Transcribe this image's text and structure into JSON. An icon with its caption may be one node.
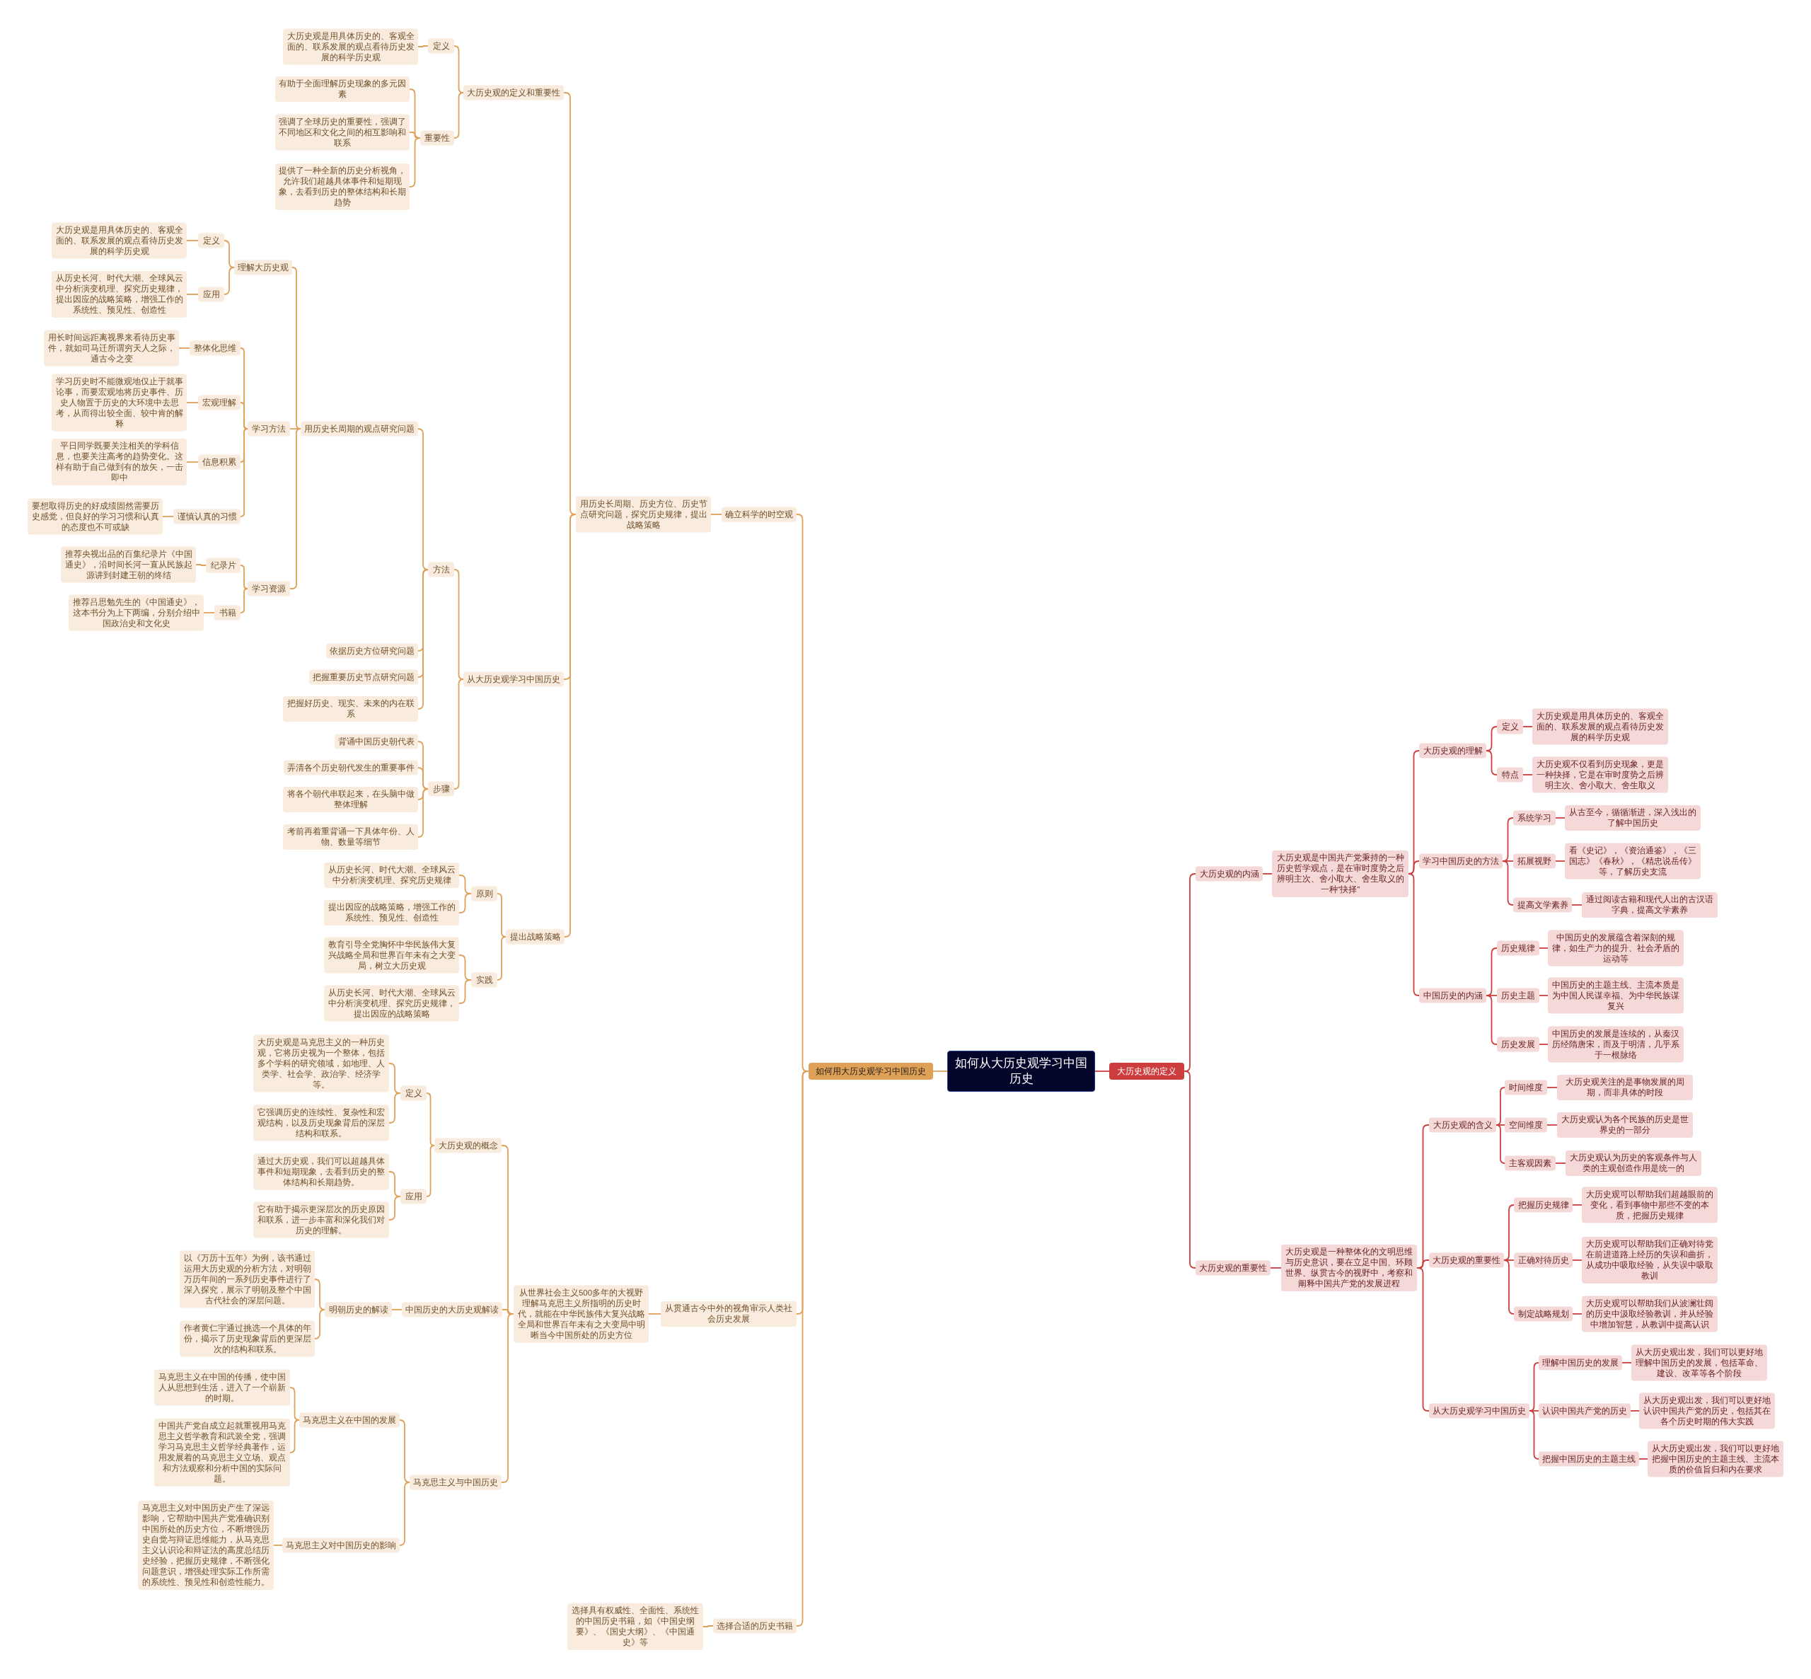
{
  "diagram": {
    "nodes": [
      {
        "text": [
          "如何从大历史观学习中国历史"
        ]
      },
      {
        "text": [
          "如何用大历史观学习中国历史"
        ]
      },
      {
        "text": [
          "确立科学的时空观"
        ]
      },
      {
        "text": [
          "用历史长周期、历史方位、历史节点研究问题，探究历史规律，提出战略策略"
        ]
      },
      {
        "text": [
          "大历史观的定义和重要性"
        ]
      },
      {
        "text": [
          "定义"
        ]
      },
      {
        "text": [
          "大历史观是用具体历史的、客观全面的、联系发展的观点看待历史发展的科学历史观"
        ]
      },
      {
        "text": [
          "重要性"
        ]
      },
      {
        "text": [
          "有助于全面理解历史现象的多元因素"
        ]
      },
      {
        "text": [
          "强调了全球历史的重要性，强调了不同地区和文化之间的相互影响和联系"
        ]
      },
      {
        "text": [
          "提供了一种全新的历史分析视角，允许我们超越具体事件和短期现象，去看到历史的整体结构和长期趋势"
        ]
      },
      {
        "text": [
          "从大历史观学习中国历史"
        ]
      },
      {
        "text": [
          "方法"
        ]
      },
      {
        "text": [
          "用历史长周期的观点研究问题"
        ]
      },
      {
        "text": [
          "理解大历史观"
        ]
      },
      {
        "text": [
          "定义"
        ]
      },
      {
        "text": [
          "大历史观是用具体历史的、客观全面的、联系发展的观点看待历史发展的科学历史观"
        ]
      },
      {
        "text": [
          "应用"
        ]
      },
      {
        "text": [
          "从历史长河、时代大潮、全球风云中分析演变机理、探究历史规律，提出因应的战略策略，增强工作的系统性、预见性、创造性"
        ]
      },
      {
        "text": [
          "学习方法"
        ]
      },
      {
        "text": [
          "整体化思维"
        ]
      },
      {
        "text": [
          "用长时间远距离视界来看待历史事件，就如司马迁所谓穷天人之际，通古今之变"
        ]
      },
      {
        "text": [
          "宏观理解"
        ]
      },
      {
        "text": [
          "学习历史时不能微观地仅止于就事论事，而要宏观地将历史事件、历史人物置于历史的大环境中去思考，从而得出较全面、较中肯的解释"
        ]
      },
      {
        "text": [
          "信息积累"
        ]
      },
      {
        "text": [
          "平日同学既要关注相关的学科信息，也要关注高考的趋势变化。这样有助于自己做到有的放矢，一击即中"
        ]
      },
      {
        "text": [
          "谨慎认真的习惯"
        ]
      },
      {
        "text": [
          "要想取得历史的好成绩固然需要历史感觉，但良好的学习习惯和认真的态度也不可或缺"
        ]
      },
      {
        "text": [
          "学习资源"
        ]
      },
      {
        "text": [
          "纪录片"
        ]
      },
      {
        "text": [
          "推荐央视出品的百集纪录片《中国通史》，沿时间长河一直从民族起源讲到封建王朝的终结"
        ]
      },
      {
        "text": [
          "书籍"
        ]
      },
      {
        "text": [
          "推荐吕思勉先生的《中国通史》，这本书分为上下两编，分别介绍中国政治史和文化史"
        ]
      },
      {
        "text": [
          "依据历史方位研究问题"
        ]
      },
      {
        "text": [
          "把握重要历史节点研究问题"
        ]
      },
      {
        "text": [
          "把握好历史、现实、未来的内在联系"
        ]
      },
      {
        "text": [
          "步骤"
        ]
      },
      {
        "text": [
          "背诵中国历史朝代表"
        ]
      },
      {
        "text": [
          "弄清各个历史朝代发生的重要事件"
        ]
      },
      {
        "text": [
          "将各个朝代串联起来，在头脑中做整体理解"
        ]
      },
      {
        "text": [
          "考前再着重背诵一下具体年份、人物、数量等细节"
        ]
      },
      {
        "text": [
          "提出战略策略"
        ]
      },
      {
        "text": [
          "原则"
        ]
      },
      {
        "text": [
          "从历史长河、时代大潮、全球风云中分析演变机理、探究历史规律"
        ]
      },
      {
        "text": [
          "提出因应的战略策略，增强工作的系统性、预见性、创造性"
        ]
      },
      {
        "text": [
          "实践"
        ]
      },
      {
        "text": [
          "教育引导全党胸怀中华民族伟大复兴战略全局和世界百年未有之大变局，树立大历史观"
        ]
      },
      {
        "text": [
          "从历史长河、时代大潮、全球风云中分析演变机理、探究历史规律，提出因应的战略策略"
        ]
      },
      {
        "text": [
          "从贯通古今中外的视角审示人类社会历史发展"
        ]
      },
      {
        "text": [
          "从世界社会主义500多年的大视野理解马克思主义所指明的历史时代，就能在中华民族伟大复兴战略全局和世界百年未有之大变局中明晰当今中国所处的历史方位"
        ]
      },
      {
        "text": [
          "大历史观的概念"
        ]
      },
      {
        "text": [
          "定义"
        ]
      },
      {
        "text": [
          "大历史观是马克思主义的一种历史观，它将历史视为一个整体，包括多个学科的研究领域，如地理、人类学、社会学、政治学、经济学等。"
        ]
      },
      {
        "text": [
          "它强调历史的连续性、复杂性和宏观结构，以及历史现象背后的深层结构和联系。"
        ]
      },
      {
        "text": [
          "应用"
        ]
      },
      {
        "text": [
          "通过大历史观，我们可以超越具体事件和短期现象，去看到历史的整体结构和长期趋势。"
        ]
      },
      {
        "text": [
          "它有助于揭示更深层次的历史原因和联系，进一步丰富和深化我们对历史的理解。"
        ]
      },
      {
        "text": [
          "中国历史的大历史观解读"
        ]
      },
      {
        "text": [
          "明朝历史的解读"
        ]
      },
      {
        "text": [
          "以《万历十五年》为例，该书通过运用大历史观的分析方法，对明朝万历年间的一系列历史事件进行了深入探究，展示了明朝及整个中国古代社会的深层问题。"
        ]
      },
      {
        "text": [
          "作者黄仁宇通过挑选一个具体的年份，揭示了历史现象背后的更深层次的结构和联系。"
        ]
      },
      {
        "text": [
          "马克思主义与中国历史"
        ]
      },
      {
        "text": [
          "马克思主义在中国的发展"
        ]
      },
      {
        "text": [
          "马克思主义在中国的传播，使中国人从思想到生活，进入了一个崭新的时期。"
        ]
      },
      {
        "text": [
          "中国共产党自成立起就重视用马克思主义哲学教育和武装全党，强调学习马克思主义哲学经典著作，运用发展着的马克思主义立场、观点和方法观察和分析中国的实际问题。"
        ]
      },
      {
        "text": [
          "马克思主义对中国历史的影响"
        ]
      },
      {
        "text": [
          "马克思主义对中国历史产生了深远影响，它帮助中国共产党准确识别中国所处的历史方位，不断增强历史自觉与辩证思维能力，从马克思主义认识论和辩证法的高度总结历史经验，把握历史规律，不断强化问题意识，增强处理实际工作所需的系统性、预见性和创造性能力。"
        ]
      },
      {
        "text": [
          "选择合适的历史书籍"
        ]
      },
      {
        "text": [
          "选择具有权威性、全面性、系统性的中国历史书籍，如《中国史纲要》、《国史大纲》、《中国通史》等"
        ]
      },
      {
        "text": [
          "大历史观的定义"
        ]
      },
      {
        "text": [
          "大历史观的内涵"
        ]
      },
      {
        "text": [
          "大历史观是中国共产党秉持的一种历史哲学观点，是在审时度势之后辨明主次、舍小取大、舍生取义的一种“抉择”"
        ]
      },
      {
        "text": [
          "大历史观的理解"
        ]
      },
      {
        "text": [
          "定义"
        ]
      },
      {
        "text": [
          "大历史观是用具体历史的、客观全面的、联系发展的观点看待历史发展的科学历史观"
        ]
      },
      {
        "text": [
          "特点"
        ]
      },
      {
        "text": [
          "大历史观不仅看到历史现象，更是一种抉择，它是在审时度势之后辨明主次、舍小取大、舍生取义"
        ]
      },
      {
        "text": [
          "学习中国历史的方法"
        ]
      },
      {
        "text": [
          "系统学习"
        ]
      },
      {
        "text": [
          "从古至今，循循渐进，深入浅出的了解中国历史"
        ]
      },
      {
        "text": [
          "拓展视野"
        ]
      },
      {
        "text": [
          "看《史记》，《资治通鉴》，《三国志》《春秋》，《精忠说岳传》等，了解历史支流"
        ]
      },
      {
        "text": [
          "提高文学素养"
        ]
      },
      {
        "text": [
          "通过阅读古籍和现代人出的古汉语字典，提高文学素养"
        ]
      },
      {
        "text": [
          "中国历史的内涵"
        ]
      },
      {
        "text": [
          "历史规律"
        ]
      },
      {
        "text": [
          "中国历史的发展蕴含着深刻的规律，如生产力的提升、社会矛盾的运动等"
        ]
      },
      {
        "text": [
          "历史主题"
        ]
      },
      {
        "text": [
          "中国历史的主题主线、主流本质是为中国人民谋幸福、为中华民族谋复兴"
        ]
      },
      {
        "text": [
          "历史发展"
        ]
      },
      {
        "text": [
          "中国历史的发展是连续的，从秦汉历经隋唐宋，而及于明清，几乎系于一根脉络"
        ]
      },
      {
        "text": [
          "大历史观的重要性"
        ]
      },
      {
        "text": [
          "大历史观是一种整体化的文明思维与历史意识，要在立足中国、环顾世界、纵贯古今的视野中，考察和阐释中国共产党的发展进程"
        ]
      },
      {
        "text": [
          "大历史观的含义"
        ]
      },
      {
        "text": [
          "时间维度"
        ]
      },
      {
        "text": [
          "大历史观关注的是事物发展的周期，而非具体的时段"
        ]
      },
      {
        "text": [
          "空间维度"
        ]
      },
      {
        "text": [
          "大历史观认为各个民族的历史是世界史的一部分"
        ]
      },
      {
        "text": [
          "主客观因素"
        ]
      },
      {
        "text": [
          "大历史观认为历史的客观条件与人类的主观创造作用是统一的"
        ]
      },
      {
        "text": [
          "大历史观的重要性"
        ]
      },
      {
        "text": [
          "把握历史规律"
        ]
      },
      {
        "text": [
          "大历史观可以帮助我们超越眼前的变化，看到事物中那些不变的本质，把握历史规律"
        ]
      },
      {
        "text": [
          "正确对待历史"
        ]
      },
      {
        "text": [
          "大历史观可以帮助我们正确对待党在前进道路上经历的失误和曲折，从成功中吸取经验，从失误中吸取教训"
        ]
      },
      {
        "text": [
          "制定战略规划"
        ]
      },
      {
        "text": [
          "大历史观可以帮助我们从波澜壮阔的历史中汲取经验教训，并从经验中增加智慧，从教训中提高认识"
        ]
      },
      {
        "text": [
          "从大历史观学习中国历史"
        ]
      },
      {
        "text": [
          "理解中国历史的发展"
        ]
      },
      {
        "text": [
          "从大历史观出发，我们可以更好地理解中国历史的发展，包括革命、建设、改革等各个阶段"
        ]
      },
      {
        "text": [
          "认识中国共产党的历史"
        ]
      },
      {
        "text": [
          "从大历史观出发，我们可以更好地认识中国共产党的历史，包括其在各个历史时期的伟大实践"
        ]
      },
      {
        "text": [
          "把握中国历史的主题主线"
        ]
      },
      {
        "text": [
          "从大历史观出发，我们可以更好地把握中国历史的主题主线、主流本质的价值旨归和内在要求"
        ]
      }
    ],
    "edges": [
      {
        "from": 0,
        "to": 1,
        "arrow": "none"
      },
      {
        "from": 1,
        "to": 2,
        "arrow": "none"
      },
      {
        "from": 2,
        "to": 3,
        "arrow": "none"
      },
      {
        "from": 3,
        "to": 4,
        "arrow": "none"
      },
      {
        "from": 4,
        "to": 5,
        "arrow": "none"
      },
      {
        "from": 5,
        "to": 6,
        "arrow": "none"
      },
      {
        "from": 4,
        "to": 7,
        "arrow": "none"
      },
      {
        "from": 7,
        "to": 8,
        "arrow": "none"
      },
      {
        "from": 7,
        "to": 9,
        "arrow": "none"
      },
      {
        "from": 7,
        "to": 10,
        "arrow": "none"
      },
      {
        "from": 3,
        "to": 11,
        "arrow": "none"
      },
      {
        "from": 11,
        "to": 12,
        "arrow": "none"
      },
      {
        "from": 12,
        "to": 13,
        "arrow": "none"
      },
      {
        "from": 13,
        "to": 14,
        "arrow": "none"
      },
      {
        "from": 14,
        "to": 15,
        "arrow": "none"
      },
      {
        "from": 15,
        "to": 16,
        "arrow": "none"
      },
      {
        "from": 14,
        "to": 17,
        "arrow": "none"
      },
      {
        "from": 17,
        "to": 18,
        "arrow": "none"
      },
      {
        "from": 13,
        "to": 19,
        "arrow": "none"
      },
      {
        "from": 19,
        "to": 20,
        "arrow": "none"
      },
      {
        "from": 20,
        "to": 21,
        "arrow": "none"
      },
      {
        "from": 19,
        "to": 22,
        "arrow": "none"
      },
      {
        "from": 22,
        "to": 23,
        "arrow": "none"
      },
      {
        "from": 19,
        "to": 24,
        "arrow": "none"
      },
      {
        "from": 24,
        "to": 25,
        "arrow": "none"
      },
      {
        "from": 19,
        "to": 26,
        "arrow": "none"
      },
      {
        "from": 26,
        "to": 27,
        "arrow": "none"
      },
      {
        "from": 13,
        "to": 28,
        "arrow": "none"
      },
      {
        "from": 28,
        "to": 29,
        "arrow": "none"
      },
      {
        "from": 29,
        "to": 30,
        "arrow": "none"
      },
      {
        "from": 28,
        "to": 31,
        "arrow": "none"
      },
      {
        "from": 31,
        "to": 32,
        "arrow": "none"
      },
      {
        "from": 12,
        "to": 33,
        "arrow": "none"
      },
      {
        "from": 12,
        "to": 34,
        "arrow": "none"
      },
      {
        "from": 12,
        "to": 35,
        "arrow": "none"
      },
      {
        "from": 11,
        "to": 36,
        "arrow": "none"
      },
      {
        "from": 36,
        "to": 37,
        "arrow": "none"
      },
      {
        "from": 36,
        "to": 38,
        "arrow": "none"
      },
      {
        "from": 36,
        "to": 39,
        "arrow": "none"
      },
      {
        "from": 36,
        "to": 40,
        "arrow": "none"
      },
      {
        "from": 3,
        "to": 41,
        "arrow": "none"
      },
      {
        "from": 41,
        "to": 42,
        "arrow": "none"
      },
      {
        "from": 42,
        "to": 43,
        "arrow": "none"
      },
      {
        "from": 42,
        "to": 44,
        "arrow": "none"
      },
      {
        "from": 41,
        "to": 45,
        "arrow": "none"
      },
      {
        "from": 45,
        "to": 46,
        "arrow": "none"
      },
      {
        "from": 45,
        "to": 47,
        "arrow": "none"
      },
      {
        "from": 1,
        "to": 48,
        "arrow": "none"
      },
      {
        "from": 48,
        "to": 49,
        "arrow": "none"
      },
      {
        "from": 49,
        "to": 50,
        "arrow": "none"
      },
      {
        "from": 50,
        "to": 51,
        "arrow": "none"
      },
      {
        "from": 51,
        "to": 52,
        "arrow": "none"
      },
      {
        "from": 51,
        "to": 53,
        "arrow": "none"
      },
      {
        "from": 50,
        "to": 54,
        "arrow": "none"
      },
      {
        "from": 54,
        "to": 55,
        "arrow": "none"
      },
      {
        "from": 54,
        "to": 56,
        "arrow": "none"
      },
      {
        "from": 49,
        "to": 57,
        "arrow": "none"
      },
      {
        "from": 57,
        "to": 58,
        "arrow": "none"
      },
      {
        "from": 58,
        "to": 59,
        "arrow": "none"
      },
      {
        "from": 58,
        "to": 60,
        "arrow": "none"
      },
      {
        "from": 49,
        "to": 61,
        "arrow": "none"
      },
      {
        "from": 61,
        "to": 62,
        "arrow": "none"
      },
      {
        "from": 62,
        "to": 63,
        "arrow": "none"
      },
      {
        "from": 62,
        "to": 64,
        "arrow": "none"
      },
      {
        "from": 61,
        "to": 65,
        "arrow": "none"
      },
      {
        "from": 65,
        "to": 66,
        "arrow": "none"
      },
      {
        "from": 1,
        "to": 67,
        "arrow": "none"
      },
      {
        "from": 67,
        "to": 68,
        "arrow": "none"
      },
      {
        "from": 0,
        "to": 69,
        "arrow": "none",
        "color": "#cc3d3d"
      },
      {
        "from": 69,
        "to": 70,
        "arrow": "none",
        "color": "#cc3d3d"
      },
      {
        "from": 70,
        "to": 71,
        "arrow": "none",
        "color": "#cc3d3d"
      },
      {
        "from": 71,
        "to": 72,
        "arrow": "none",
        "color": "#cc3d3d"
      },
      {
        "from": 72,
        "to": 73,
        "arrow": "none",
        "color": "#cc3d3d"
      },
      {
        "from": 73,
        "to": 74,
        "arrow": "none",
        "color": "#cc3d3d"
      },
      {
        "from": 72,
        "to": 75,
        "arrow": "none",
        "color": "#cc3d3d"
      },
      {
        "from": 75,
        "to": 76,
        "arrow": "none",
        "color": "#cc3d3d"
      },
      {
        "from": 71,
        "to": 77,
        "arrow": "none",
        "color": "#cc3d3d"
      },
      {
        "from": 77,
        "to": 78,
        "arrow": "none",
        "color": "#cc3d3d"
      },
      {
        "from": 78,
        "to": 79,
        "arrow": "none",
        "color": "#cc3d3d"
      },
      {
        "from": 77,
        "to": 80,
        "arrow": "none",
        "color": "#cc3d3d"
      },
      {
        "from": 80,
        "to": 81,
        "arrow": "none",
        "color": "#cc3d3d"
      },
      {
        "from": 77,
        "to": 82,
        "arrow": "none",
        "color": "#cc3d3d"
      },
      {
        "from": 82,
        "to": 83,
        "arrow": "none",
        "color": "#cc3d3d"
      },
      {
        "from": 71,
        "to": 84,
        "arrow": "none",
        "color": "#cc3d3d"
      },
      {
        "from": 84,
        "to": 85,
        "arrow": "none",
        "color": "#cc3d3d"
      },
      {
        "from": 85,
        "to": 86,
        "arrow": "none",
        "color": "#cc3d3d"
      },
      {
        "from": 84,
        "to": 87,
        "arrow": "none",
        "color": "#cc3d3d"
      },
      {
        "from": 87,
        "to": 88,
        "arrow": "none",
        "color": "#cc3d3d"
      },
      {
        "from": 84,
        "to": 89,
        "arrow": "none",
        "color": "#cc3d3d"
      },
      {
        "from": 89,
        "to": 90,
        "arrow": "none",
        "color": "#cc3d3d"
      },
      {
        "from": 69,
        "to": 91,
        "arrow": "none",
        "color": "#cc3d3d"
      },
      {
        "from": 91,
        "to": 92,
        "arrow": "none",
        "color": "#cc3d3d"
      },
      {
        "from": 92,
        "to": 93,
        "arrow": "none",
        "color": "#cc3d3d"
      },
      {
        "from": 93,
        "to": 94,
        "arrow": "none",
        "color": "#cc3d3d"
      },
      {
        "from": 94,
        "to": 95,
        "arrow": "none",
        "color": "#cc3d3d"
      },
      {
        "from": 93,
        "to": 96,
        "arrow": "none",
        "color": "#cc3d3d"
      },
      {
        "from": 96,
        "to": 97,
        "arrow": "none",
        "color": "#cc3d3d"
      },
      {
        "from": 93,
        "to": 98,
        "arrow": "none",
        "color": "#cc3d3d"
      },
      {
        "from": 98,
        "to": 99,
        "arrow": "none",
        "color": "#cc3d3d"
      },
      {
        "from": 92,
        "to": 100,
        "arrow": "none",
        "color": "#cc3d3d"
      },
      {
        "from": 100,
        "to": 101,
        "arrow": "none",
        "color": "#cc3d3d"
      },
      {
        "from": 101,
        "to": 102,
        "arrow": "none",
        "color": "#cc3d3d"
      },
      {
        "from": 100,
        "to": 103,
        "arrow": "none",
        "color": "#cc3d3d"
      },
      {
        "from": 103,
        "to": 104,
        "arrow": "none",
        "color": "#cc3d3d"
      },
      {
        "from": 100,
        "to": 105,
        "arrow": "none",
        "color": "#cc3d3d"
      },
      {
        "from": 105,
        "to": 106,
        "arrow": "none",
        "color": "#cc3d3d"
      },
      {
        "from": 92,
        "to": 107,
        "arrow": "none",
        "color": "#cc3d3d"
      },
      {
        "from": 107,
        "to": 108,
        "arrow": "none",
        "color": "#cc3d3d"
      },
      {
        "from": 108,
        "to": 109,
        "arrow": "none",
        "color": "#cc3d3d"
      },
      {
        "from": 107,
        "to": 110,
        "arrow": "none",
        "color": "#cc3d3d"
      },
      {
        "from": 110,
        "to": 111,
        "arrow": "none",
        "color": "#cc3d3d"
      },
      {
        "from": 107,
        "to": 112,
        "arrow": "none",
        "color": "#cc3d3d"
      },
      {
        "from": 112,
        "to": 113,
        "arrow": "none",
        "color": "#cc3d3d"
      }
    ]
  }
}
